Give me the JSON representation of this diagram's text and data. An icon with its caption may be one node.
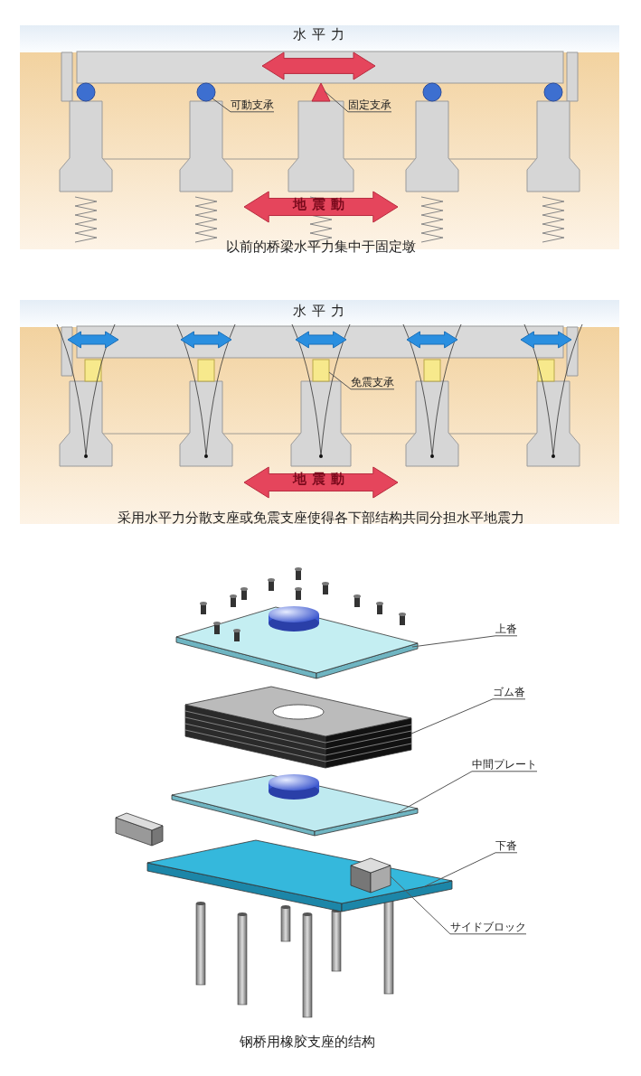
{
  "diagram": {
    "nodes": [
      {
        "text": [
          "可動支承"
        ]
      },
      {
        "text": [],
        "shape": "circle"
      },
      {
        "text": [
          "固定支承"
        ]
      },
      {
        "text": [],
        "shape": "triangle"
      },
      {
        "text": [
          "免震支承"
        ]
      },
      {
        "text": [],
        "shape": "box"
      },
      {
        "text": [
          "上沓"
        ]
      },
      {
        "text": [],
        "shape": "box"
      },
      {
        "text": [
          "ゴム沓"
        ]
      },
      {
        "text": [],
        "shape": "box"
      },
      {
        "text": [
          "中間プレート"
        ]
      },
      {
        "text": [],
        "shape": "box"
      },
      {
        "text": [
          "下沓"
        ]
      },
      {
        "text": [],
        "shape": "box"
      },
      {
        "text": [
          "サイドブロック"
        ]
      },
      {
        "text": [],
        "shape": "cube",
        "in": 13
      }
    ],
    "edges": [
      {
        "from": 0,
        "to": 1,
        "arrow": "none"
      },
      {
        "from": 2,
        "to": 3,
        "arrow": "none"
      },
      {
        "from": 4,
        "to": 5,
        "arrow": "none"
      },
      {
        "from": 6,
        "to": 7,
        "arrow": "none"
      },
      {
        "from": 8,
        "to": 9,
        "arrow": "none"
      },
      {
        "from": 10,
        "to": 11,
        "arrow": "none"
      },
      {
        "from": 12,
        "to": 13,
        "arrow": "none"
      },
      {
        "from": 14,
        "to": 15,
        "arrow": "none"
      }
    ],
    "labels": [
      "水平力",
      "地震動",
      "以前的桥梁水平力集中于固定墩",
      "水平力",
      "地震動",
      "采用水平力分散支座或免震支座使得各下部结构共同分担水平地震力",
      "钢桥用橡胶支座的结构"
    ]
  }
}
